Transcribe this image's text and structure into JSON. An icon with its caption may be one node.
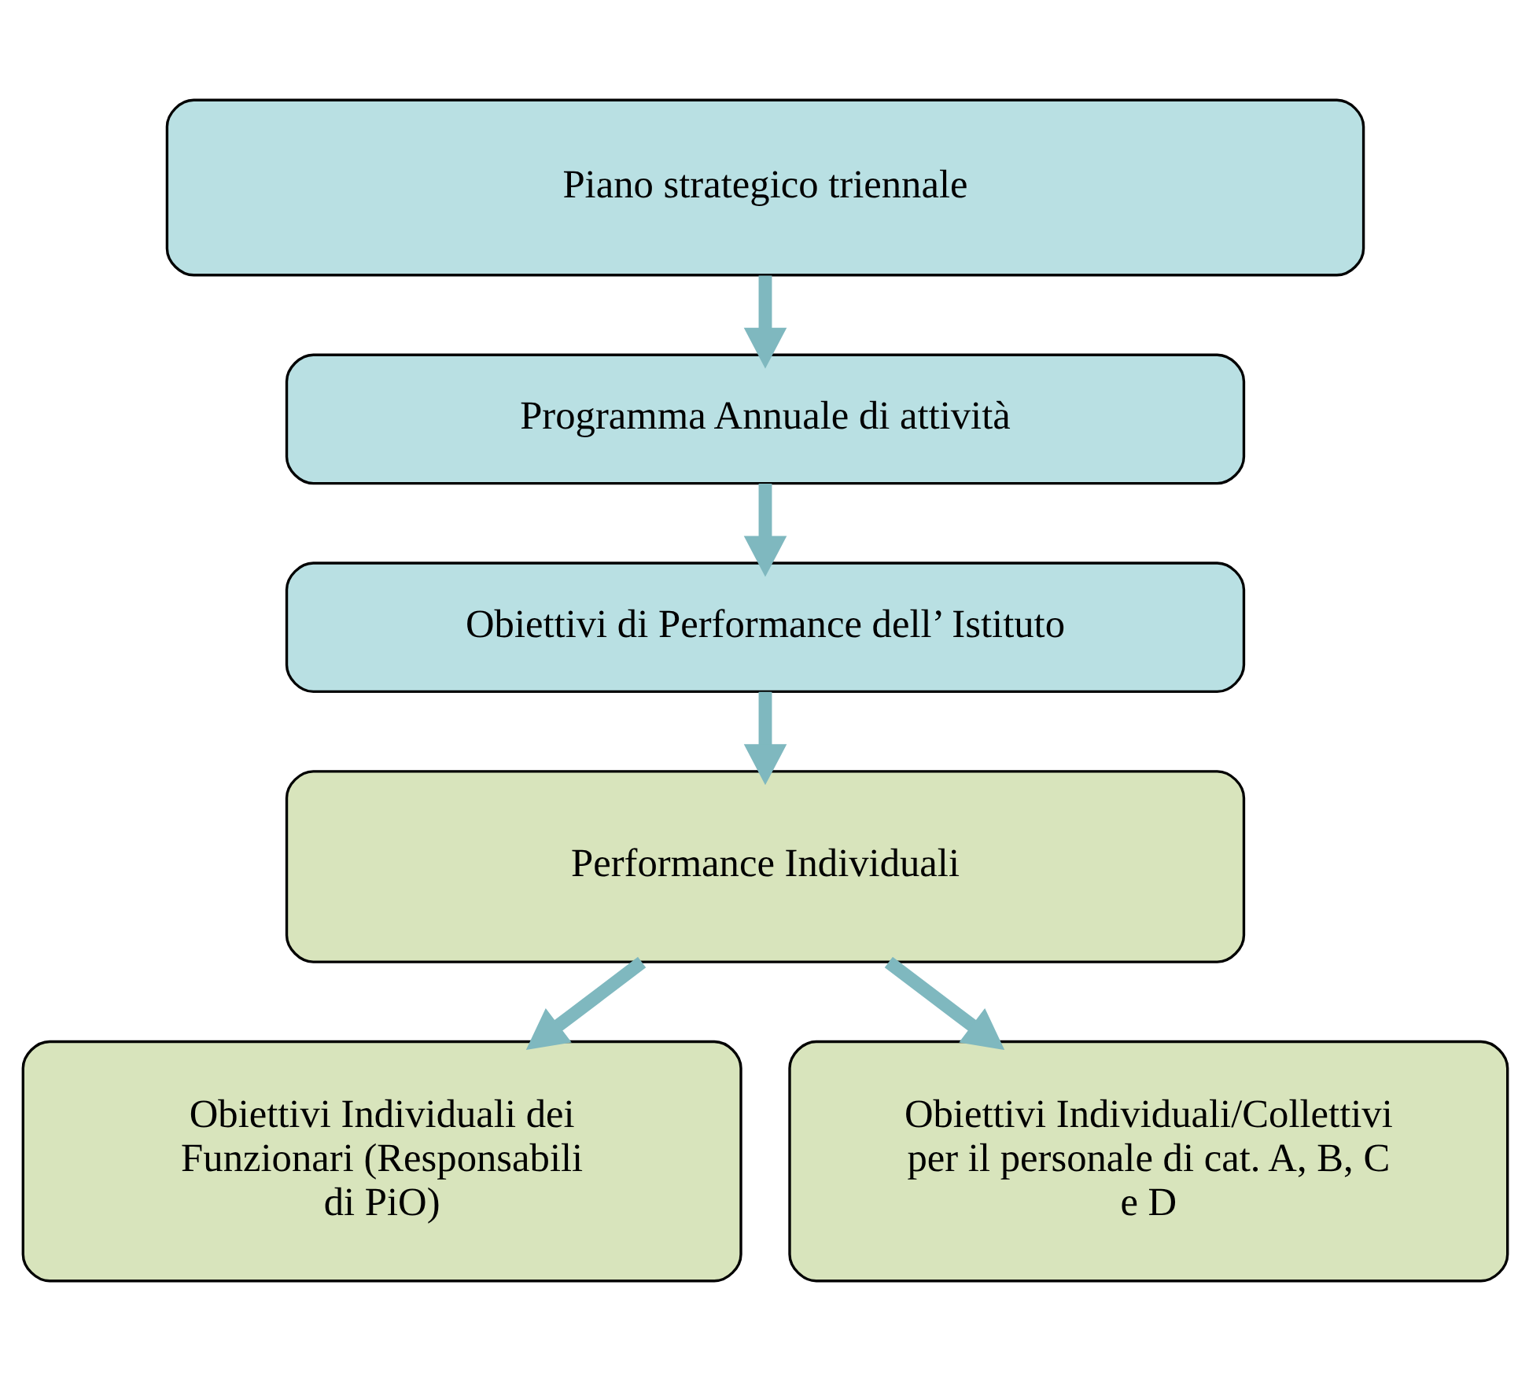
{
  "diagram": {
    "nodes": [
      {
        "text": [
          "Piano strategico triennale"
        ]
      },
      {
        "text": [
          "Programma Annuale di attività"
        ]
      },
      {
        "text": [
          "Obiettivi di Performance dell’ Istituto"
        ]
      },
      {
        "text": [
          "Performance Individuali"
        ]
      },
      {
        "text": [
          "Obiettivi Individuali dei Funzionari (Responsabili di PiO)"
        ]
      },
      {
        "text": [
          "Obiettivi Individuali/Collettivi per il personale di cat. A, B, C e D"
        ]
      }
    ],
    "edges": [
      {
        "from": 0,
        "to": 1,
        "arrow": "to"
      },
      {
        "from": 1,
        "to": 2,
        "arrow": "to"
      },
      {
        "from": 2,
        "to": 3,
        "arrow": "to"
      },
      {
        "from": 3,
        "to": 4,
        "arrow": "to"
      },
      {
        "from": 3,
        "to": 5,
        "arrow": "to"
      }
    ]
  }
}
